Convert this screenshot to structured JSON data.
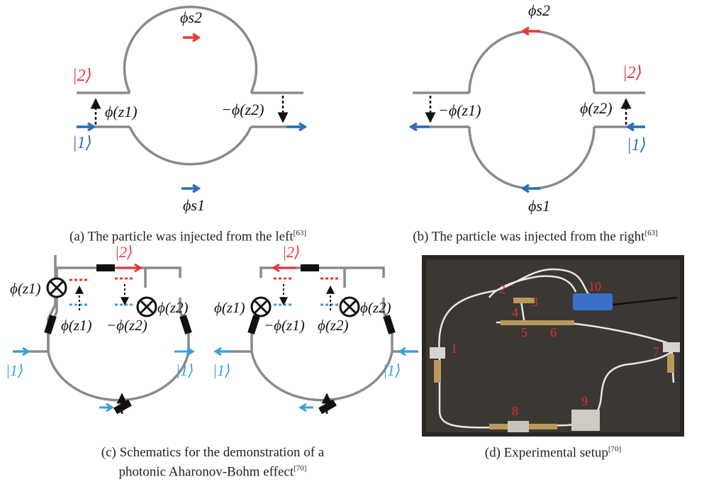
{
  "captions": {
    "a": {
      "text": "(a) The particle was injected from the left",
      "ref": "[63]"
    },
    "b": {
      "text": "(b) The particle was injected from the right",
      "ref": "[63]"
    },
    "c_line1": "(c) Schematics for the demonstration of a",
    "c_line2": "photonic Aharonov-Bohm effect",
    "c_ref": "[70]",
    "d": {
      "text": "(d) Experimental setup",
      "ref": "[70]"
    }
  },
  "labels": {
    "ket1": "|1⟩",
    "ket2": "|2⟩",
    "phi_s1": "ϕs1",
    "phi_s2": "ϕs2",
    "phi_z1": "ϕ(z1)",
    "phi_z2": "ϕ(z2)",
    "neg_phi_z1": "−ϕ(z1)",
    "neg_phi_z2": "−ϕ(z2)"
  },
  "photo_numbers": [
    "1",
    "2",
    "3",
    "4",
    "5",
    "6",
    "7",
    "8",
    "9",
    "10"
  ],
  "colors": {
    "loop": "#8a8a8a",
    "red": "#e8383d",
    "blue": "#2f6db5",
    "cyan": "#3aa0d8",
    "black": "#111111",
    "photo_bg": "#3a3633"
  }
}
